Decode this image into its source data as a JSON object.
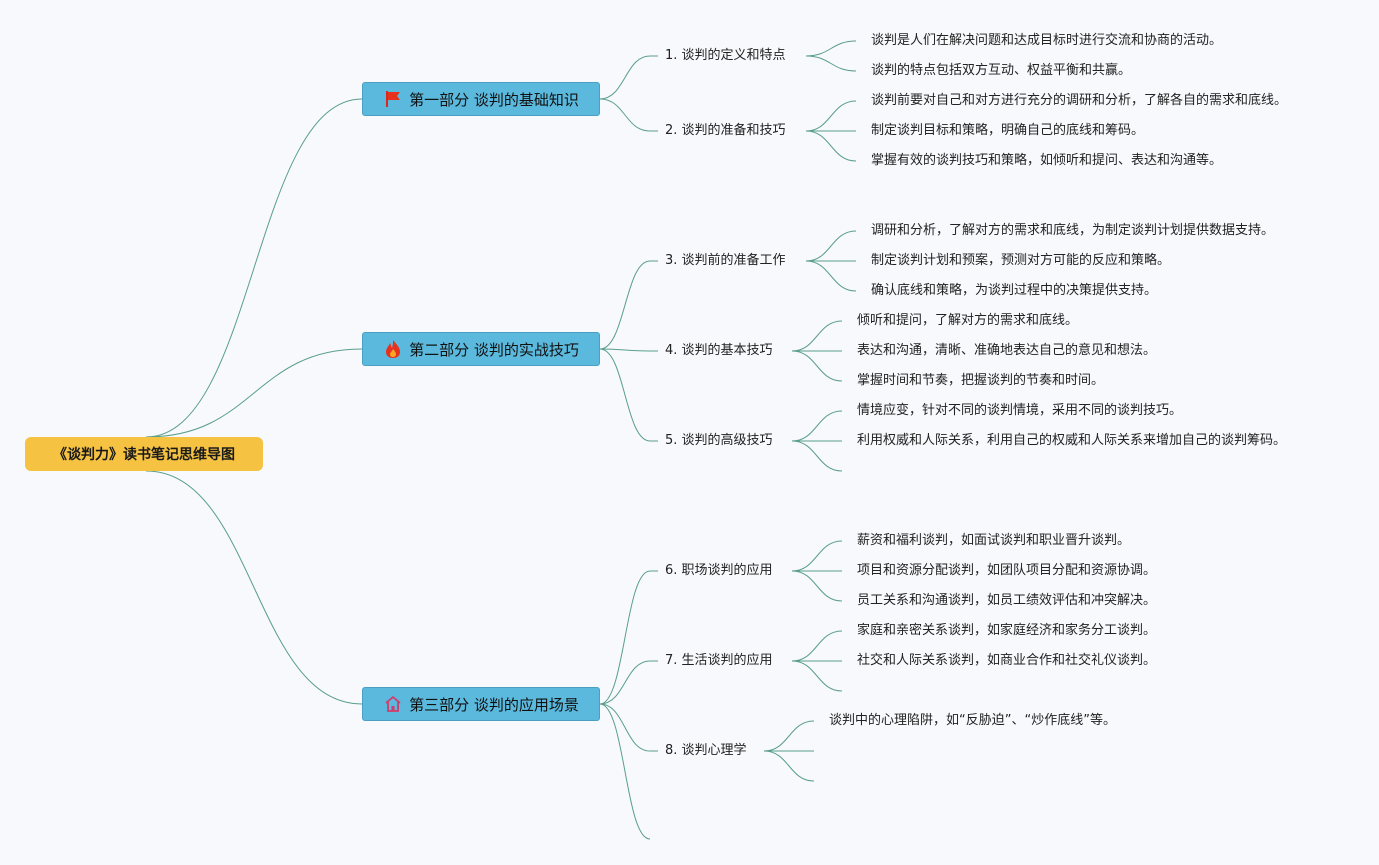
{
  "root": {
    "title": "《谈判力》读书笔记思维导图"
  },
  "link_color": "#5a9e8a",
  "sections": [
    {
      "title": "第一部分 谈判的基础知识",
      "icon": "red-flag-icon",
      "topics": [
        {
          "title": "1. 谈判的定义和特点",
          "points": [
            "谈判是人们在解决问题和达成目标时进行交流和协商的活动。",
            "谈判的特点包括双方互动、权益平衡和共赢。"
          ]
        },
        {
          "title": "2. 谈判的准备和技巧",
          "points": [
            "谈判前要对自己和对方进行充分的调研和分析，了解各自的需求和底线。",
            "制定谈判目标和策略，明确自己的底线和筹码。",
            "掌握有效的谈判技巧和策略，如倾听和提问、表达和沟通等。"
          ]
        }
      ]
    },
    {
      "title": "第二部分 谈判的实战技巧",
      "icon": "fire-icon",
      "topics": [
        {
          "title": "3. 谈判前的准备工作",
          "points": [
            "调研和分析，了解对方的需求和底线，为制定谈判计划提供数据支持。",
            "制定谈判计划和预案，预测对方可能的反应和策略。",
            "确认底线和策略，为谈判过程中的决策提供支持。"
          ]
        },
        {
          "title": "4. 谈判的基本技巧",
          "points": [
            "倾听和提问，了解对方的需求和底线。",
            "表达和沟通，清晰、准确地表达自己的意见和想法。",
            "掌握时间和节奏，把握谈判的节奏和时间。"
          ]
        },
        {
          "title": "5. 谈判的高级技巧",
          "points": [
            "情境应变，针对不同的谈判情境，采用不同的谈判技巧。",
            "利用权威和人际关系，利用自己的权威和人际关系来增加自己的谈判筹码。",
            ""
          ]
        }
      ]
    },
    {
      "title": "第三部分 谈判的应用场景",
      "icon": "house-icon",
      "topics": [
        {
          "title": "6. 职场谈判的应用",
          "points": [
            "薪资和福利谈判，如面试谈判和职业晋升谈判。",
            "项目和资源分配谈判，如团队项目分配和资源协调。",
            "员工关系和沟通谈判，如员工绩效评估和冲突解决。"
          ]
        },
        {
          "title": "7. 生活谈判的应用",
          "points": [
            "家庭和亲密关系谈判，如家庭经济和家务分工谈判。",
            "社交和人际关系谈判，如商业合作和社交礼仪谈判。",
            ""
          ]
        },
        {
          "title": "8. 谈判心理学",
          "points": [
            "谈判中的心理陷阱，如“反胁迫”、“炒作底线”等。",
            "",
            ""
          ]
        },
        {
          "title": "",
          "points": []
        }
      ]
    }
  ]
}
